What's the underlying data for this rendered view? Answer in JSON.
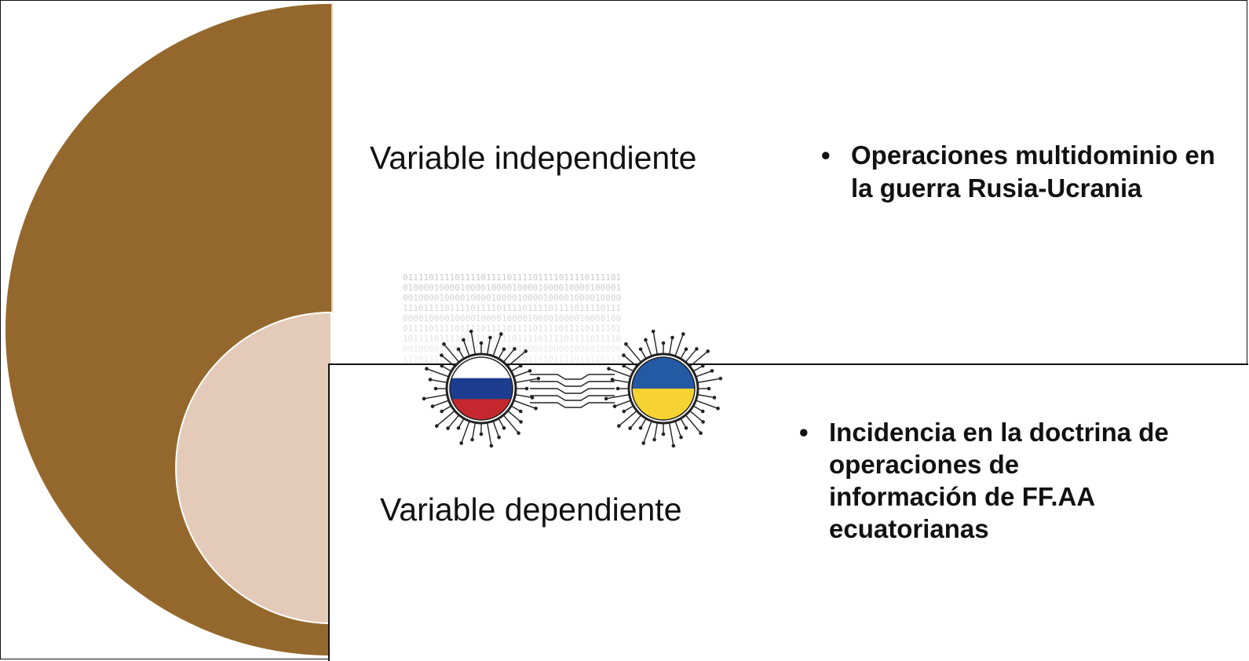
{
  "variables": {
    "independent": {
      "label": "Variable independiente",
      "bullet": "Operaciones multidominio en la guerra Rusia-Ucrania"
    },
    "dependent": {
      "label": "Variable dependiente",
      "bullet": "Incidencia  en la doctrina de operaciones de información de FF.AA ecuatorianas"
    }
  },
  "colors": {
    "outer_shape": "#94682c",
    "inner_shape": "#e4cbb9",
    "text": "#111111"
  },
  "illustration": {
    "left_chip_flag": "russia",
    "right_chip_flag": "ukraine",
    "flag_colors": {
      "russia": [
        "#ffffff",
        "#1c3d8f",
        "#c4282e"
      ],
      "ukraine": [
        "#2459a4",
        "#f6d330"
      ]
    }
  }
}
